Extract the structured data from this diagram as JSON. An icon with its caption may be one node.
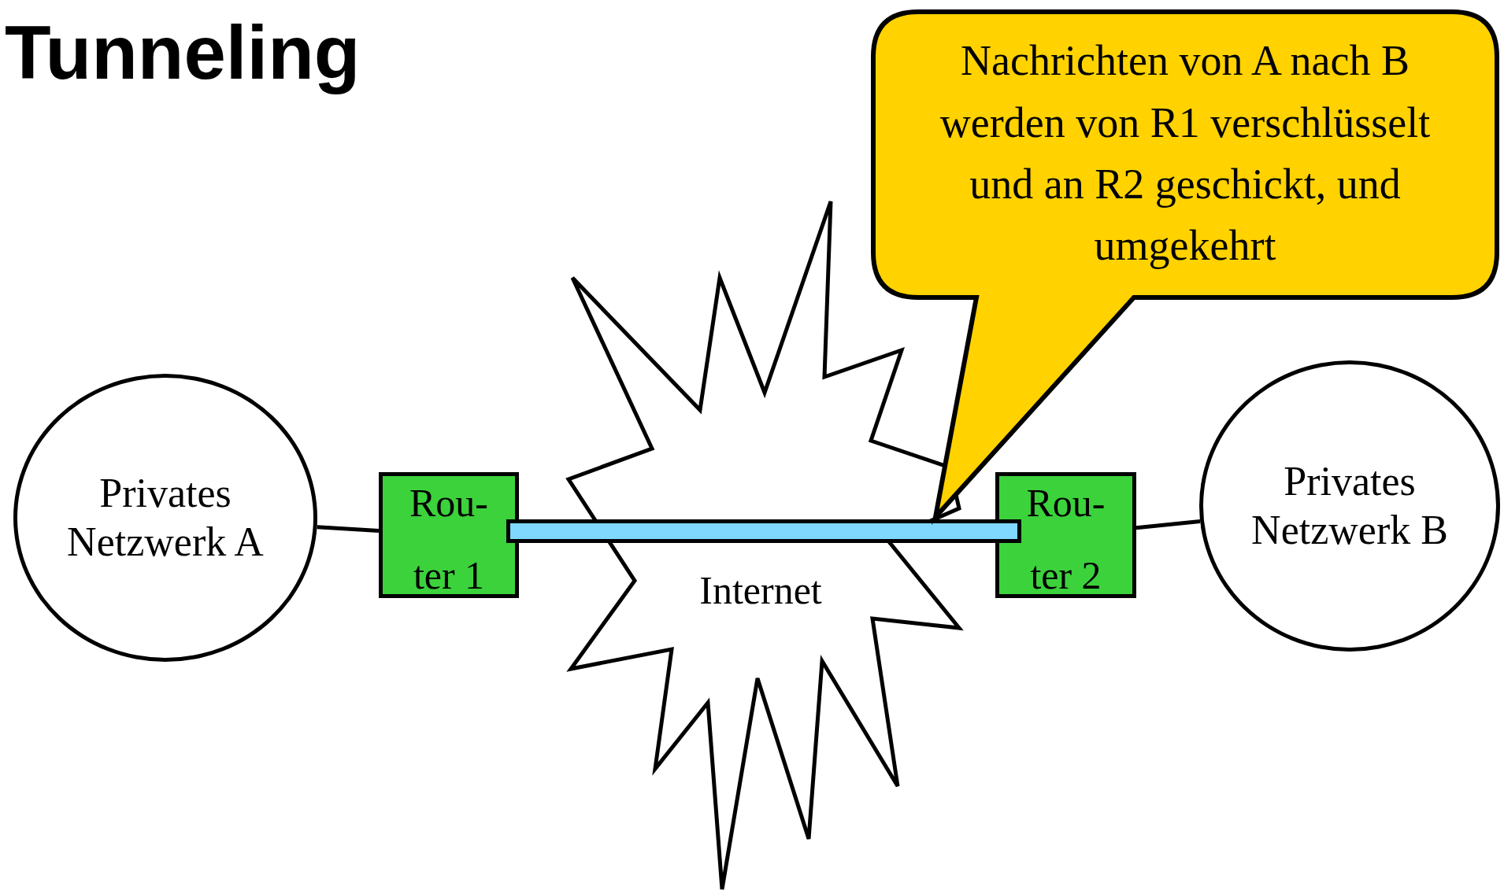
{
  "diagram": {
    "title": "Tunneling",
    "nodes": [
      {
        "text": [
          "Privates Netzwerk A"
        ]
      },
      {
        "text": [
          "Rou- ter 1"
        ]
      },
      {
        "text": [
          "Internet"
        ]
      },
      {
        "text": [
          "Rou- ter 2"
        ]
      },
      {
        "text": [
          "Privates Netzwerk B"
        ]
      },
      {
        "text": [
          "Nachrichten von A nach B werden von R1 verschlüsselt und an R2 geschickt, und umgekehrt"
        ]
      },
      {
        "text": [],
        "shape": "bar"
      }
    ],
    "edges": [
      {
        "from": 0,
        "to": 1,
        "arrow": "none"
      },
      {
        "from": 3,
        "to": 4,
        "arrow": "none"
      }
    ]
  }
}
